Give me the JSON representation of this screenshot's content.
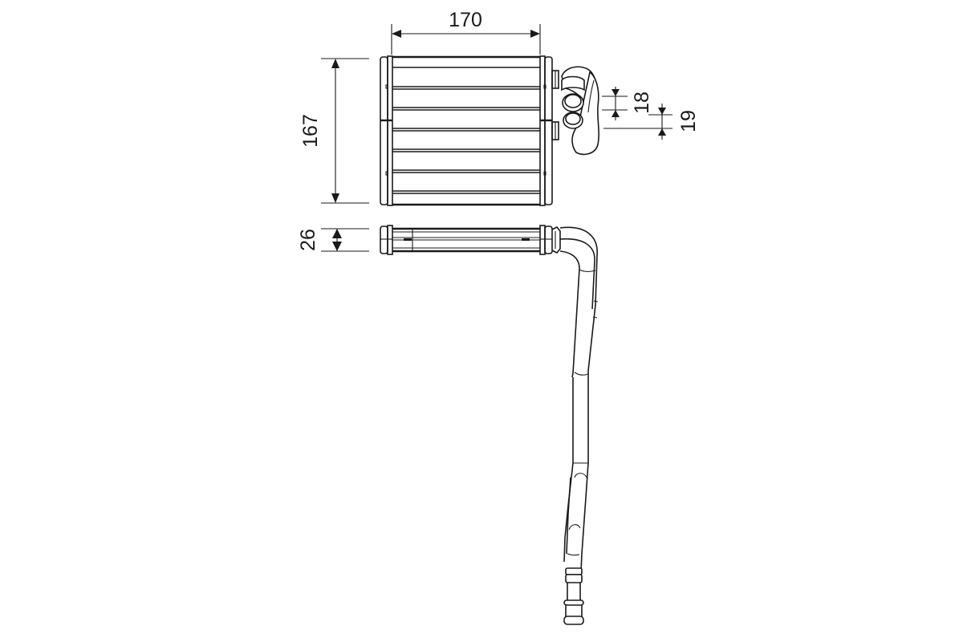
{
  "drawing": {
    "subject": "heater core",
    "colors": {
      "line": "#1a1a1a",
      "background": "#ffffff"
    },
    "dimensions": {
      "width": {
        "label": "170",
        "unit": "mm"
      },
      "height": {
        "label": "167",
        "unit": "mm"
      },
      "depth": {
        "label": "26",
        "unit": "mm"
      },
      "pipe_outlet_1": {
        "label": "18",
        "unit": "mm"
      },
      "pipe_outlet_2": {
        "label": "19",
        "unit": "mm"
      }
    },
    "views": [
      "front-view",
      "top-view-with-pipe"
    ]
  }
}
